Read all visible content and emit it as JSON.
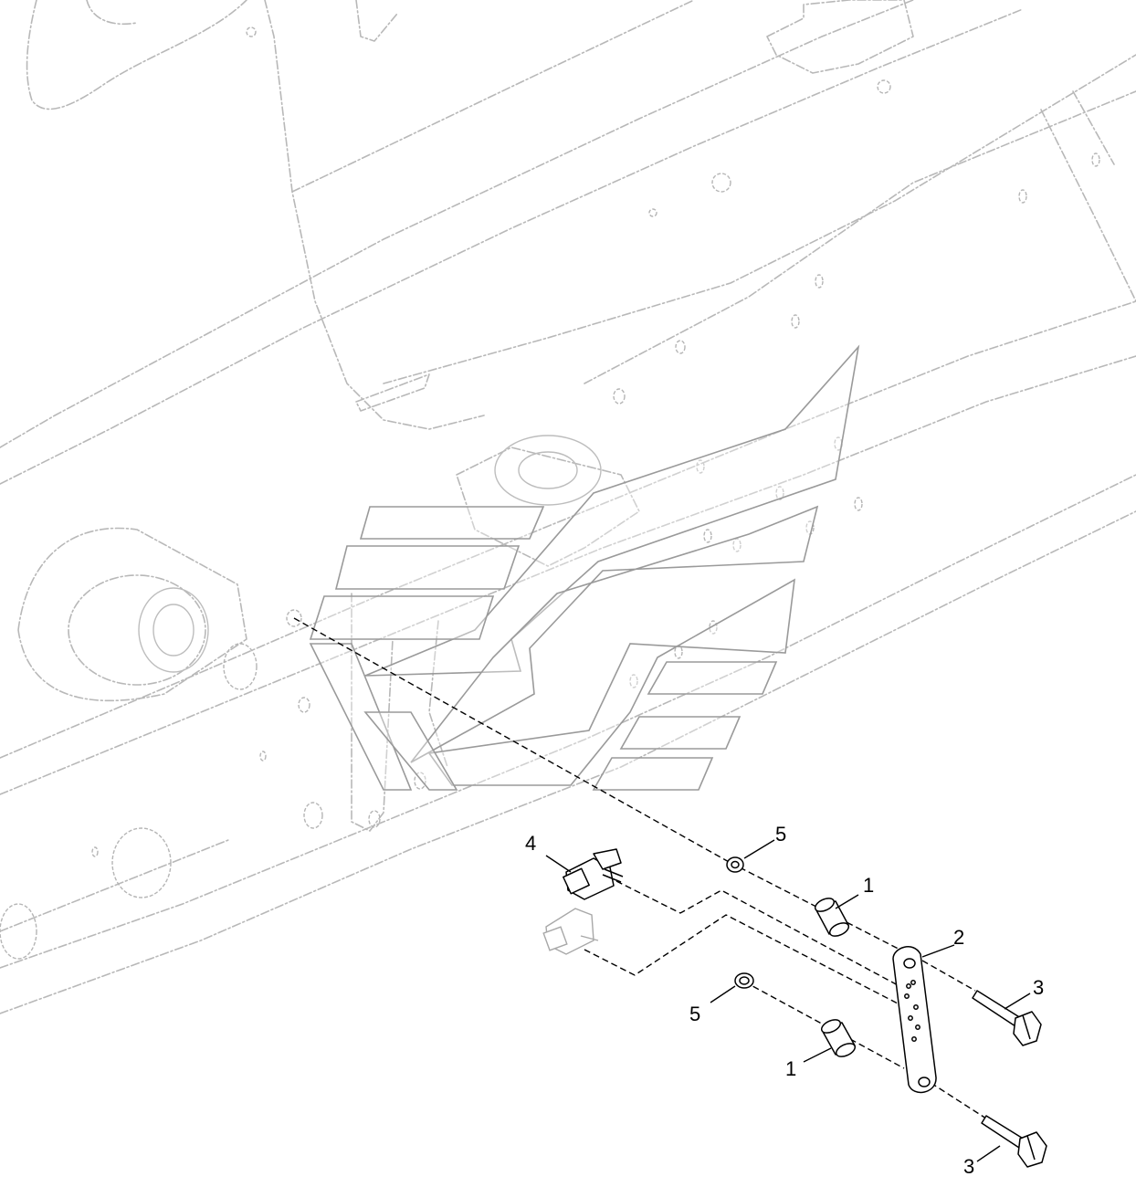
{
  "callouts": {
    "c1_upper": "1",
    "c1_lower": "1",
    "c2": "2",
    "c3_upper": "3",
    "c3_lower": "3",
    "c4": "4",
    "c5_upper": "5",
    "c5_lower": "5"
  },
  "colors": {
    "background": "#ffffff",
    "ghost_lines": "#b8b8b8",
    "parts": "#000000",
    "watermark": "#9a9a9a"
  }
}
